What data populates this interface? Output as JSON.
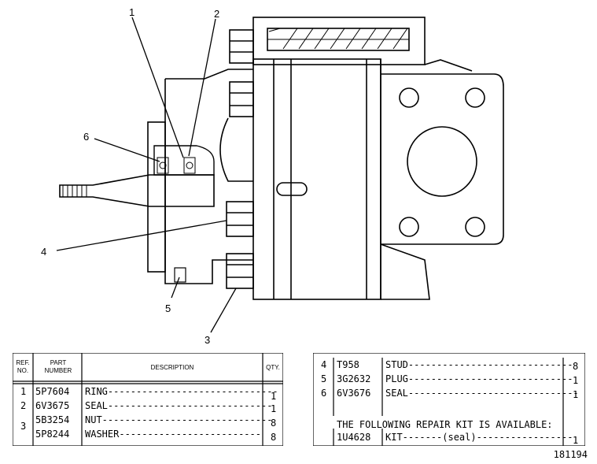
{
  "callouts": [
    "1",
    "2",
    "3",
    "4",
    "5",
    "6"
  ],
  "left_table": {
    "headers": {
      "ref": "REF. NO.",
      "part": "PART NUMBER",
      "desc": "DESCRIPTION",
      "qty": "QTY."
    },
    "rows": [
      {
        "ref": "1",
        "part": "5P7604",
        "desc": "RING------------------------------",
        "qty": "1"
      },
      {
        "ref": "2",
        "part": "6V3675",
        "desc": "SEAL-----------------------------",
        "qty": "1"
      },
      {
        "ref": "3",
        "part": "5B3254",
        "desc": "NUT------------------------------",
        "qty": "8"
      },
      {
        "ref": "",
        "part": "5P8244",
        "desc": "WASHER-------------------------",
        "qty": "8"
      }
    ]
  },
  "right_table": {
    "rows": [
      {
        "ref": "4",
        "part": "T958",
        "desc": "STUD-----------------------------",
        "qty": "8"
      },
      {
        "ref": "5",
        "part": "3G2632",
        "desc": "PLUG-----------------------------",
        "qty": "1"
      },
      {
        "ref": "6",
        "part": "6V3676",
        "desc": "SEAL------------------------------",
        "qty": "1"
      }
    ],
    "kit_note": "THE FOLLOWING REPAIR KIT IS AVAILABLE:",
    "kit": {
      "part": "1U4628",
      "desc": "KIT-------(seal)-----------------",
      "qty": "1"
    }
  },
  "figure_number": "181194"
}
